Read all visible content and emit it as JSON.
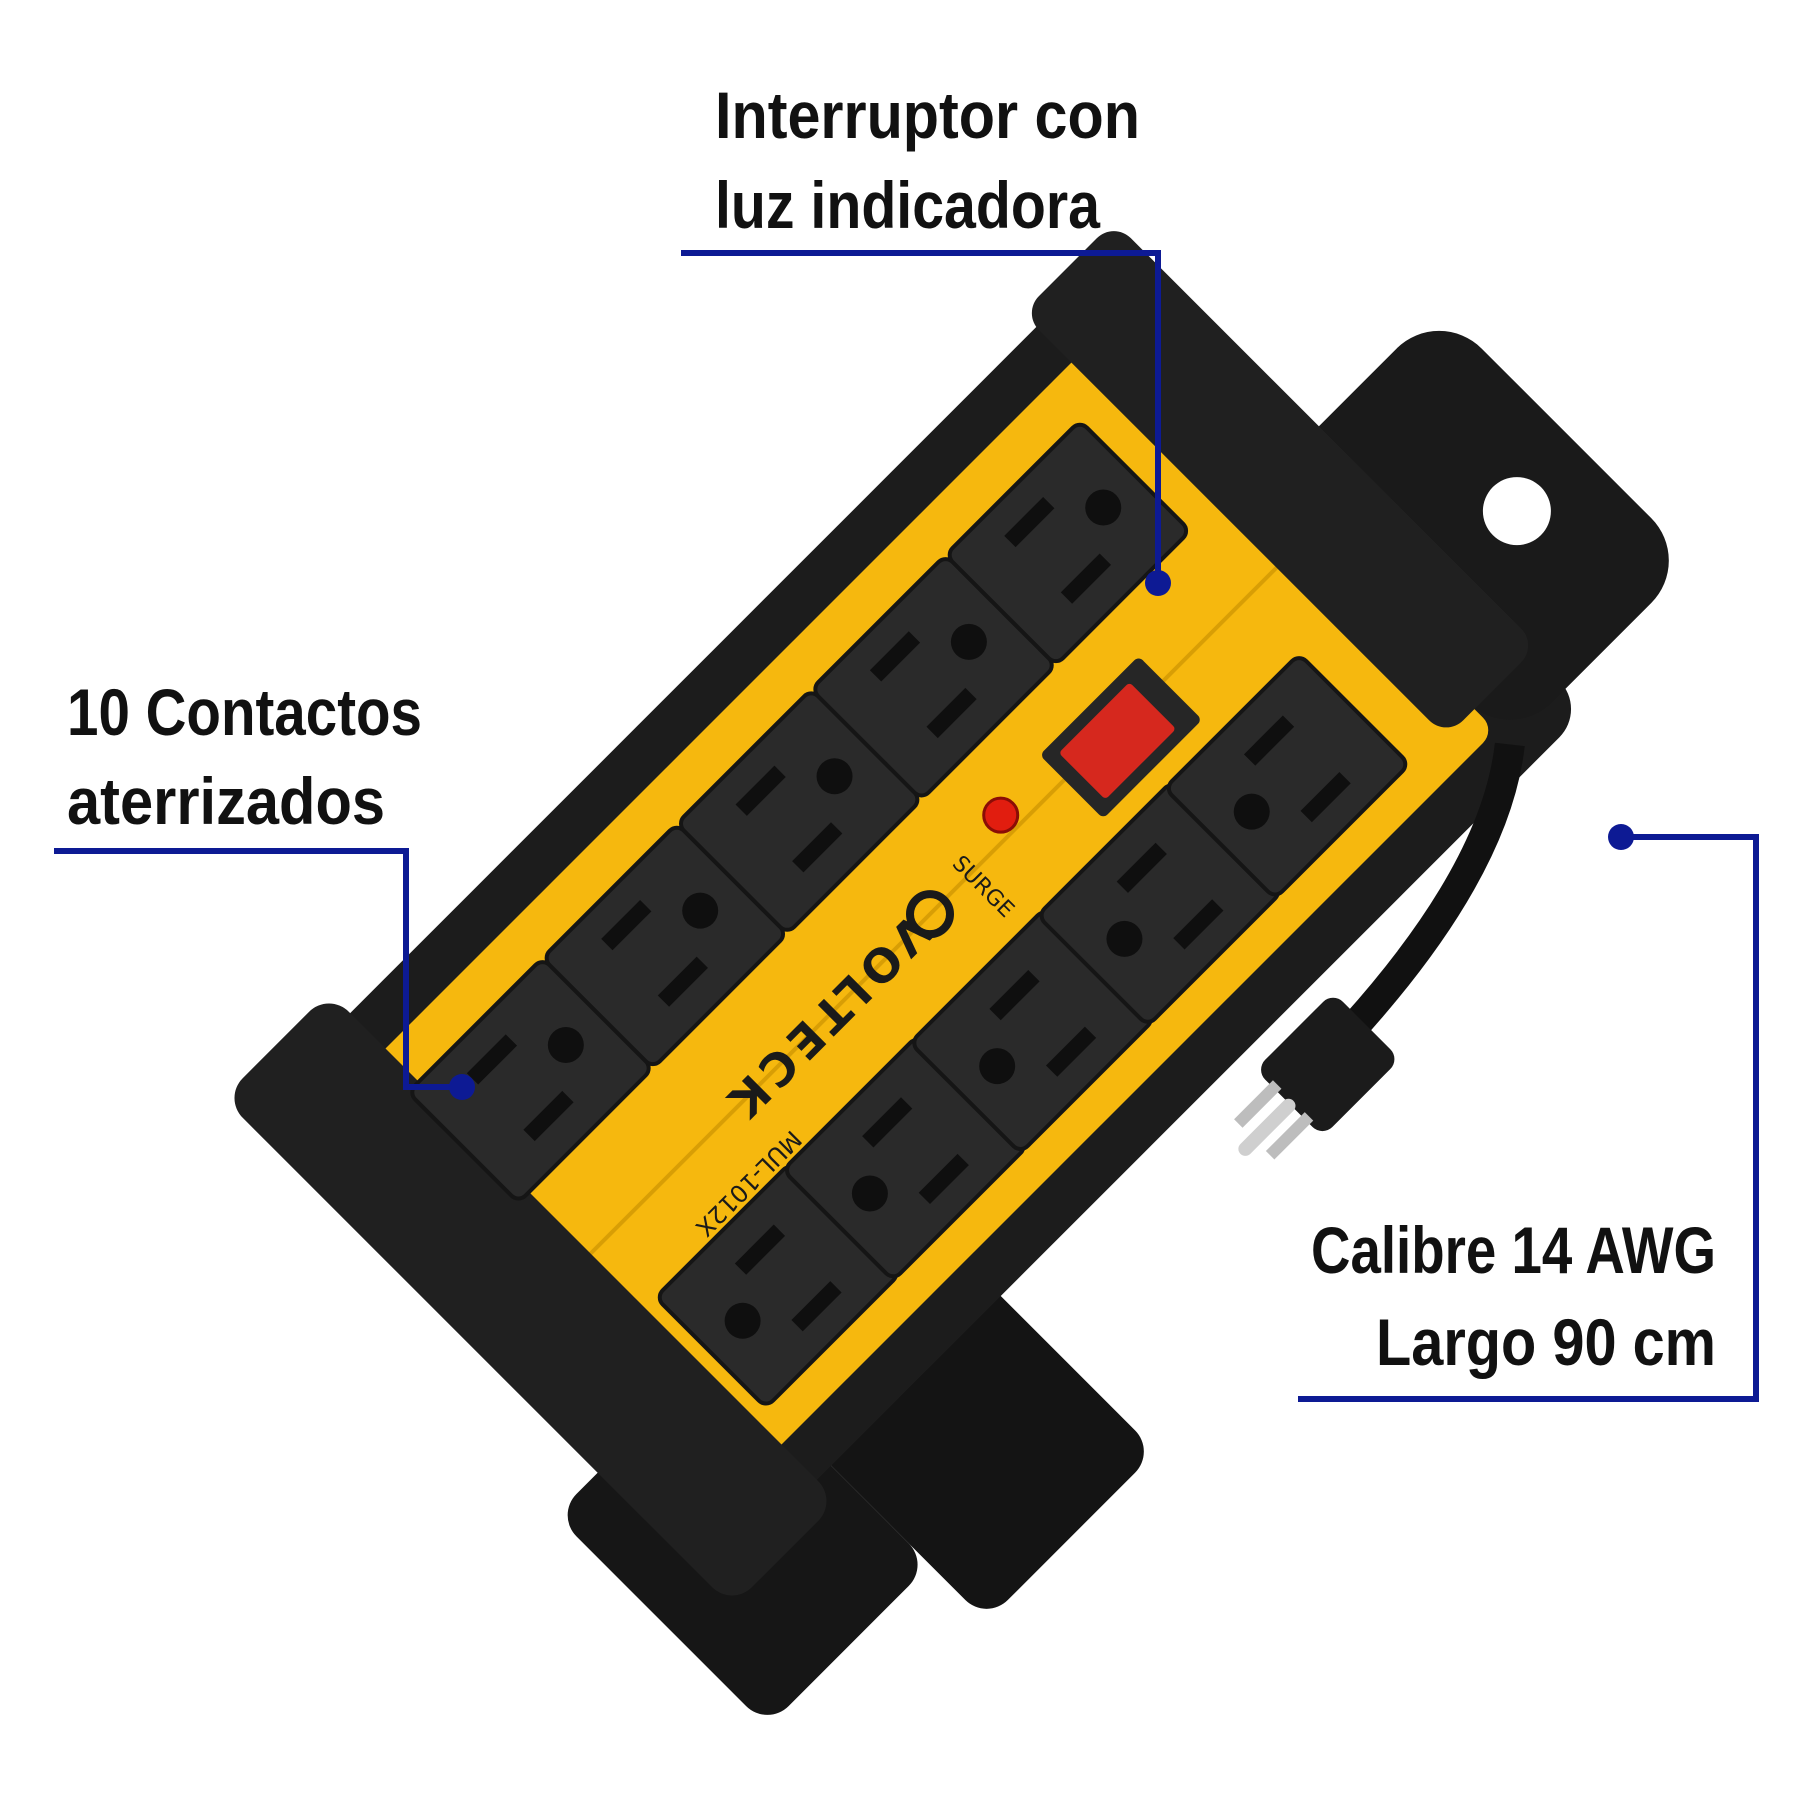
{
  "callouts": {
    "switch": {
      "line1": "Interruptor con",
      "line2": "luz indicadora"
    },
    "outlets": {
      "line1": "10 Contactos",
      "line2": "aterrizados"
    },
    "cord": {
      "line1": "Calibre 14 AWG",
      "line2": "Largo 90 cm"
    }
  },
  "device": {
    "brand": "VOLTECK",
    "model": "MUL-1012X",
    "indicator_label": "SURGE",
    "outlet_count": 10
  },
  "colors": {
    "callout_line": "#0d1a94",
    "body_yellow": "#f6b80e",
    "rubber_black": "#1c1c1c",
    "switch_red": "#d6281e",
    "text": "#111111"
  }
}
